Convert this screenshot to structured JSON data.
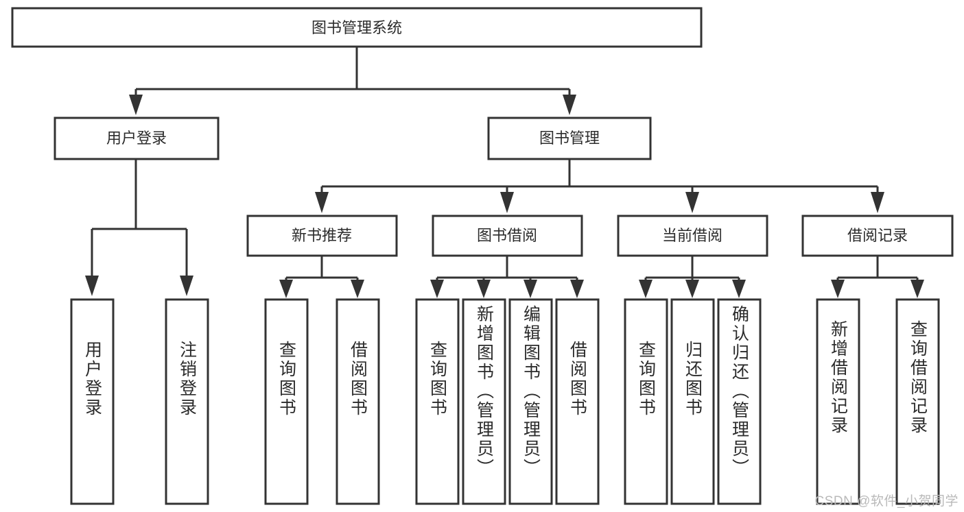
{
  "diagram": {
    "type": "tree",
    "title": "图书管理系统",
    "watermark": "CSDN @软件_小贺同学",
    "root": {
      "id": "root",
      "label": "图书管理系统",
      "orientation": "horizontal"
    },
    "level2": [
      {
        "id": "user-login",
        "label": "用户登录",
        "orientation": "horizontal"
      },
      {
        "id": "book-manage",
        "label": "图书管理",
        "orientation": "horizontal"
      }
    ],
    "level3": [
      {
        "id": "new-book-recommend",
        "label": "新书推荐",
        "parent": "book-manage",
        "orientation": "horizontal"
      },
      {
        "id": "book-borrow",
        "label": "图书借阅",
        "parent": "book-manage",
        "orientation": "horizontal"
      },
      {
        "id": "current-borrow",
        "label": "当前借阅",
        "parent": "book-manage",
        "orientation": "horizontal"
      },
      {
        "id": "borrow-record",
        "label": "借阅记录",
        "parent": "book-manage",
        "orientation": "horizontal"
      }
    ],
    "leaves": [
      {
        "id": "leaf-user-login",
        "label": "用户登录",
        "parent": "user-login",
        "orientation": "vertical"
      },
      {
        "id": "leaf-logout",
        "label": "注销登录",
        "parent": "user-login",
        "orientation": "vertical"
      },
      {
        "id": "leaf-query-book-1",
        "label": "查询图书",
        "parent": "new-book-recommend",
        "orientation": "vertical"
      },
      {
        "id": "leaf-borrow-book-1",
        "label": "借阅图书",
        "parent": "new-book-recommend",
        "orientation": "vertical"
      },
      {
        "id": "leaf-query-book-2",
        "label": "查询图书",
        "parent": "book-borrow",
        "orientation": "vertical"
      },
      {
        "id": "leaf-add-book",
        "label": "新增图书（管理员）",
        "parent": "book-borrow",
        "orientation": "vertical"
      },
      {
        "id": "leaf-edit-book",
        "label": "编辑图书（管理员）",
        "parent": "book-borrow",
        "orientation": "vertical"
      },
      {
        "id": "leaf-borrow-book-2",
        "label": "借阅图书",
        "parent": "book-borrow",
        "orientation": "vertical"
      },
      {
        "id": "leaf-query-book-3",
        "label": "查询图书",
        "parent": "current-borrow",
        "orientation": "vertical"
      },
      {
        "id": "leaf-return-book",
        "label": "归还图书",
        "parent": "current-borrow",
        "orientation": "vertical"
      },
      {
        "id": "leaf-confirm-return",
        "label": "确认归还（管理员）",
        "parent": "current-borrow",
        "orientation": "vertical"
      },
      {
        "id": "leaf-add-record",
        "label": "新增借阅记录",
        "parent": "borrow-record",
        "orientation": "vertical"
      },
      {
        "id": "leaf-query-record",
        "label": "查询借阅记录",
        "parent": "borrow-record",
        "orientation": "vertical"
      }
    ],
    "colors": {
      "background": "#ffffff",
      "box_fill": "#ffffff",
      "stroke": "#333333",
      "text": "#2b2b2b",
      "watermark": "#b9b9b9"
    }
  }
}
